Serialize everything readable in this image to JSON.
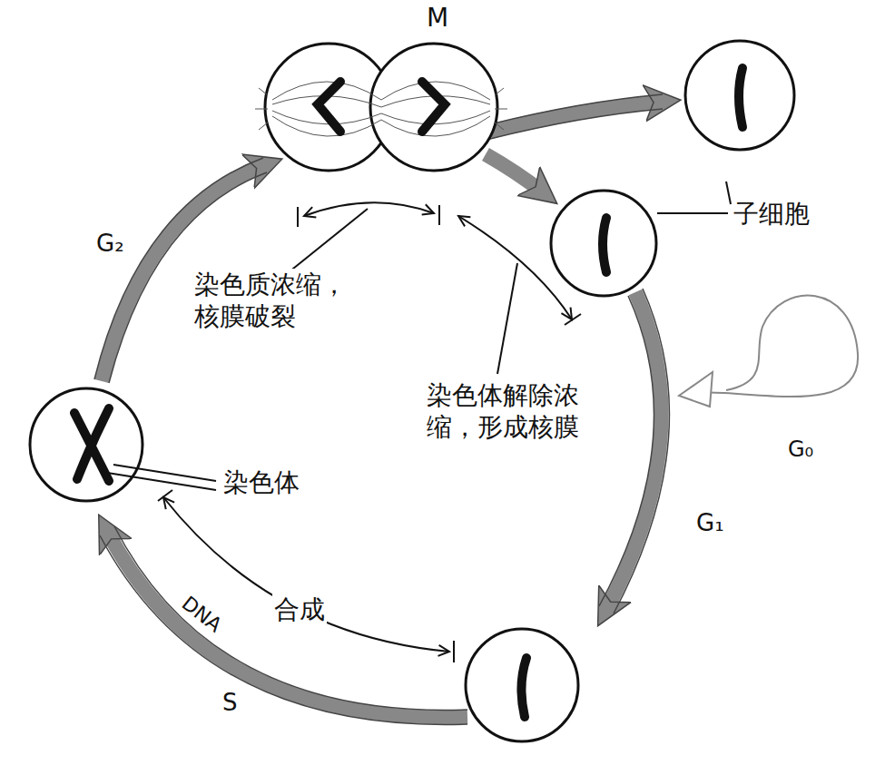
{
  "diagram": {
    "labels": [
      "M",
      "子细胞",
      "G₂",
      "染色质浓缩，核膜破裂",
      "染色体解除浓缩，形成核膜",
      "G₀",
      "染色体",
      "G₁",
      "DNA",
      "合成",
      "S"
    ]
  }
}
